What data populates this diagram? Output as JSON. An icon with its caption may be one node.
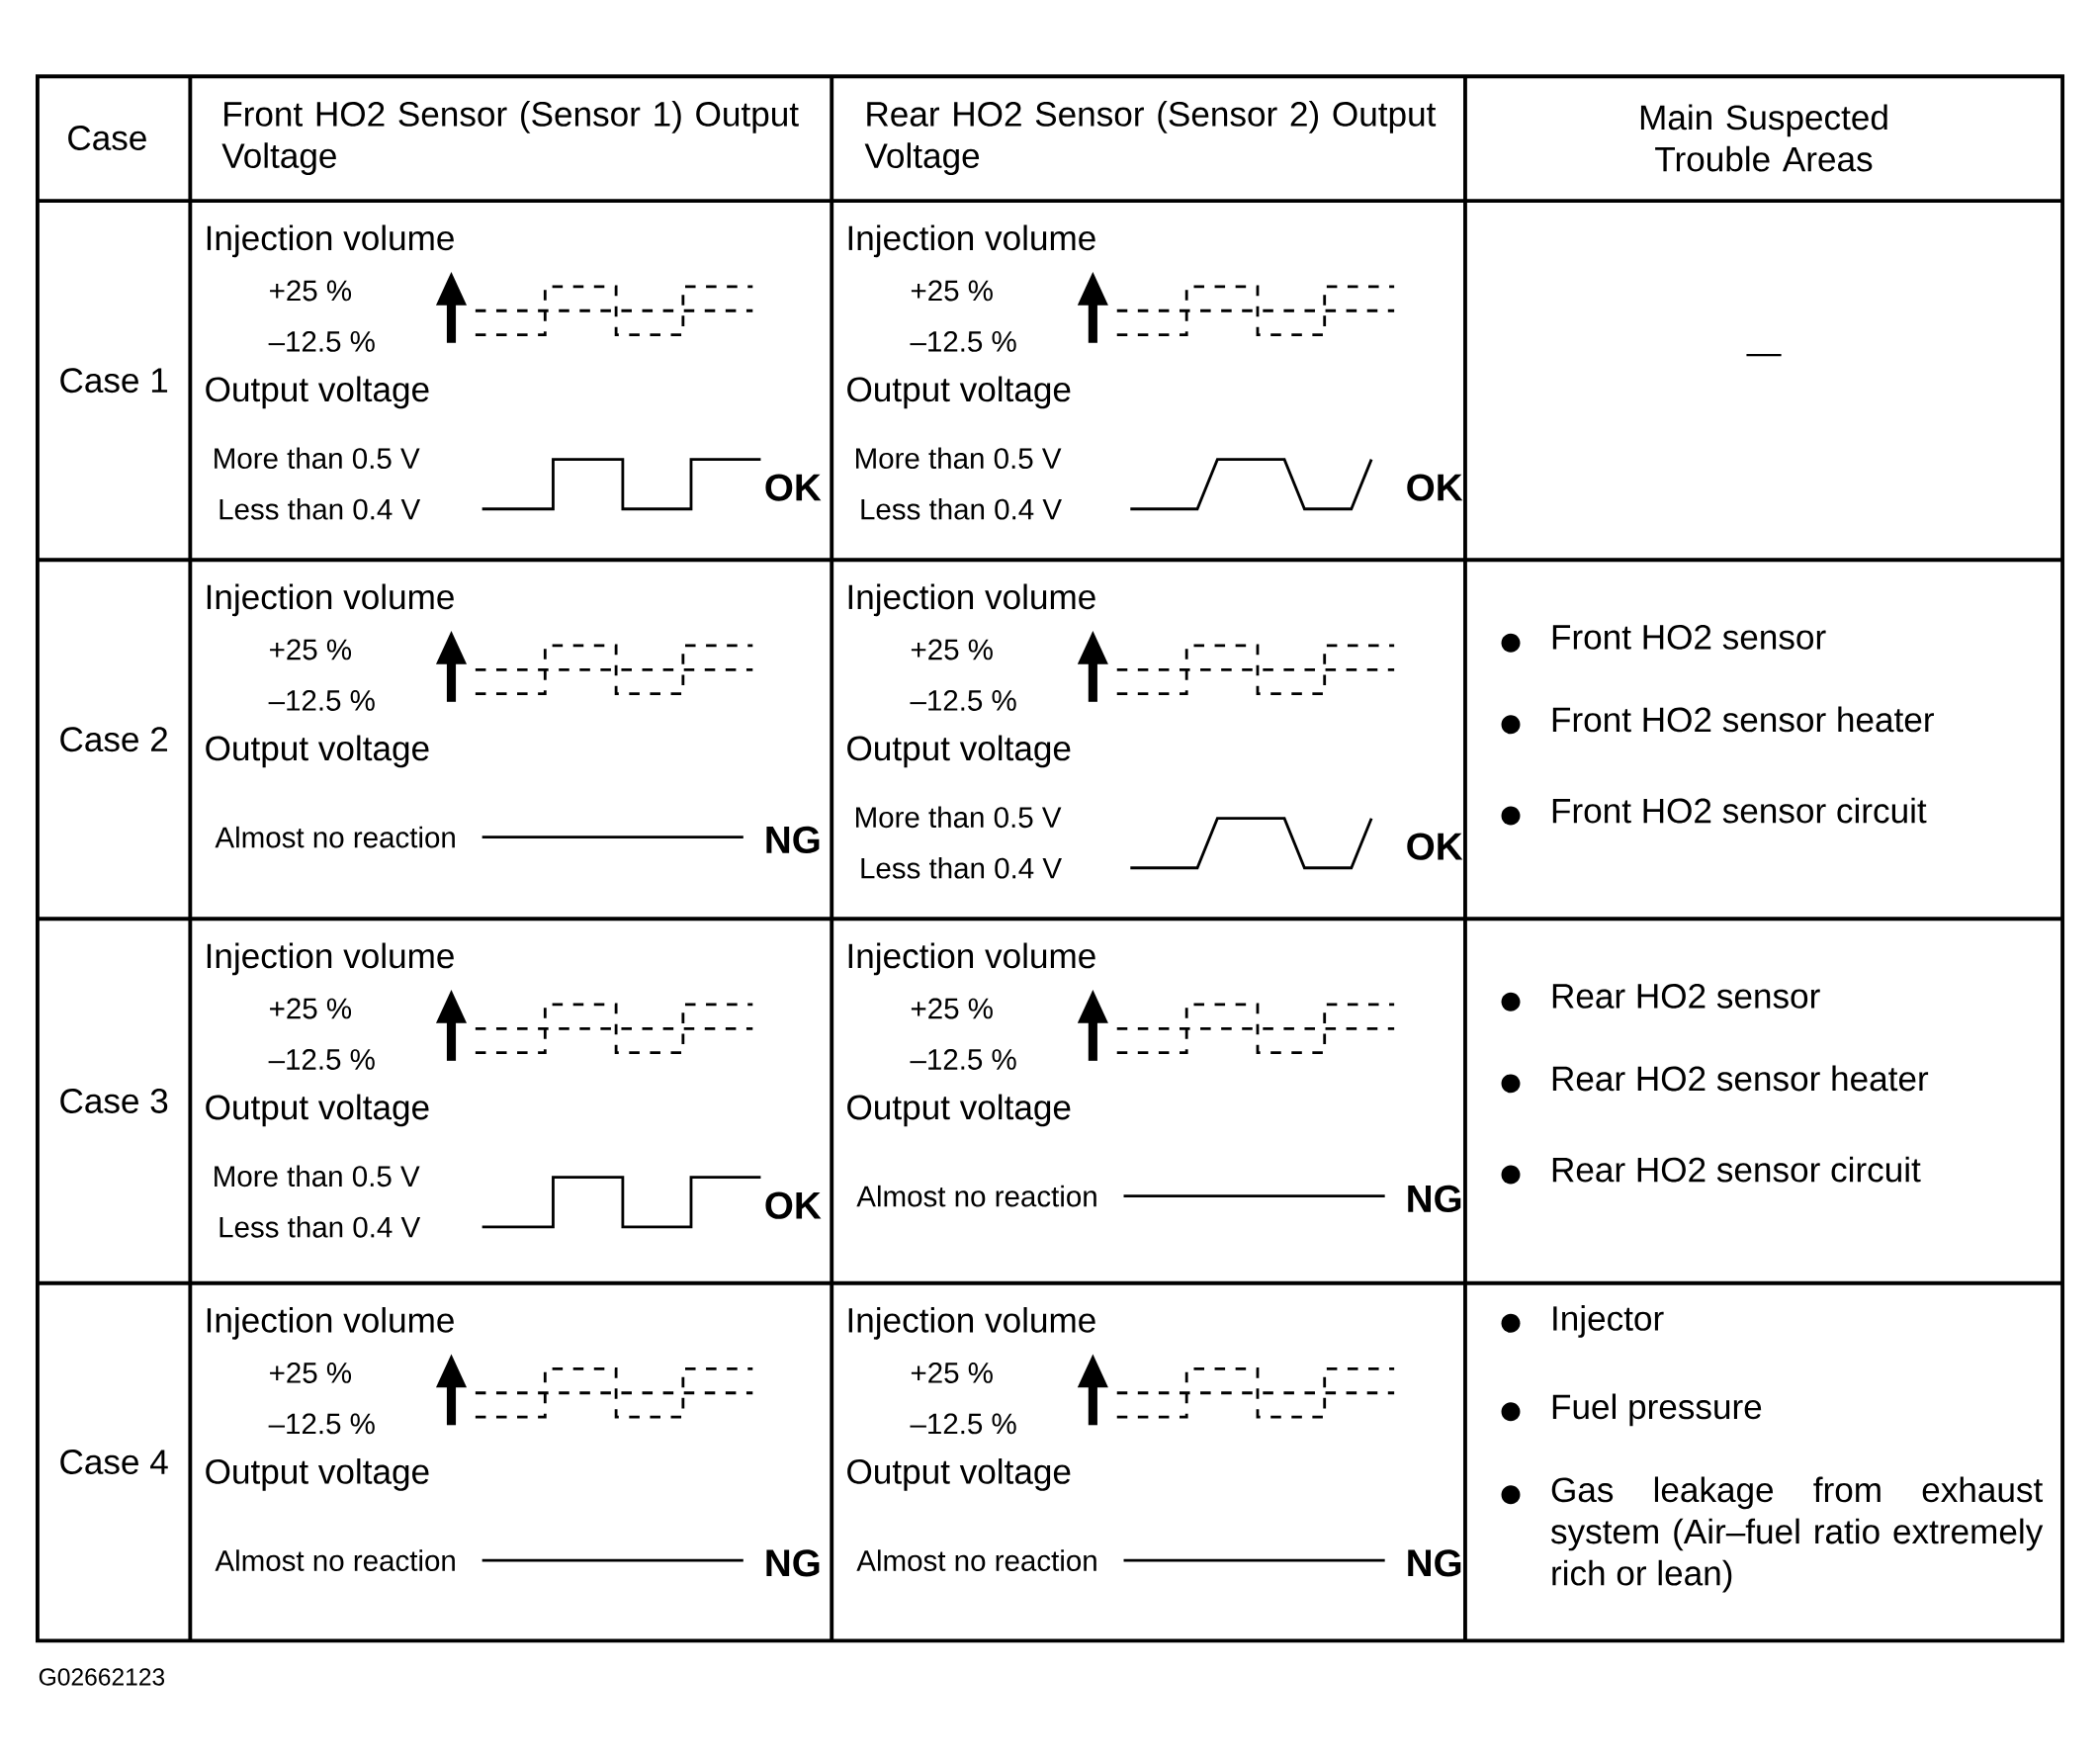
{
  "diagram": {
    "caption": "G02662123",
    "labels": [
      "Case",
      "Front HO2 Sensor (Sensor 1) Output Voltage",
      "Rear HO2 Sensor (Sensor 2) Output Voltage",
      "Main Suspected Trouble Areas",
      "Case 1",
      "Injection volume",
      "+25 %",
      "–12.5 %",
      "Output voltage",
      "More than 0.5 V",
      "Less than 0.4 V",
      "OK",
      "Injection volume",
      "+25 %",
      "–12.5 %",
      "Output voltage",
      "More than 0.5 V",
      "Less than 0.4 V",
      "OK",
      "—",
      "Case 2",
      "Injection volume",
      "+25 %",
      "–12.5 %",
      "Output voltage",
      "Almost no reaction",
      "NG",
      "Injection volume",
      "+25 %",
      "–12.5 %",
      "Output voltage",
      "More than 0.5 V",
      "Less than 0.4 V",
      "OK",
      "Front HO2 sensor",
      "Front HO2 sensor heater",
      "Front HO2 sensor circuit",
      "Case 3",
      "Injection volume",
      "+25 %",
      "–12.5 %",
      "Output voltage",
      "More than 0.5 V",
      "Less than 0.4 V",
      "OK",
      "Injection volume",
      "+25 %",
      "–12.5 %",
      "Output voltage",
      "Almost no reaction",
      "NG",
      "Rear HO2 sensor",
      "Rear HO2 sensor heater",
      "Rear HO2 sensor circuit",
      "Case 4",
      "Injection volume",
      "+25 %",
      "–12.5 %",
      "Output voltage",
      "Almost no reaction",
      "NG",
      "Injection volume",
      "+25 %",
      "–12.5 %",
      "Output voltage",
      "Almost no reaction",
      "NG",
      "Injector",
      "Fuel pressure",
      "Gas leakage from exhaust system (Air–fuel ratio extremely rich or lean)"
    ]
  }
}
